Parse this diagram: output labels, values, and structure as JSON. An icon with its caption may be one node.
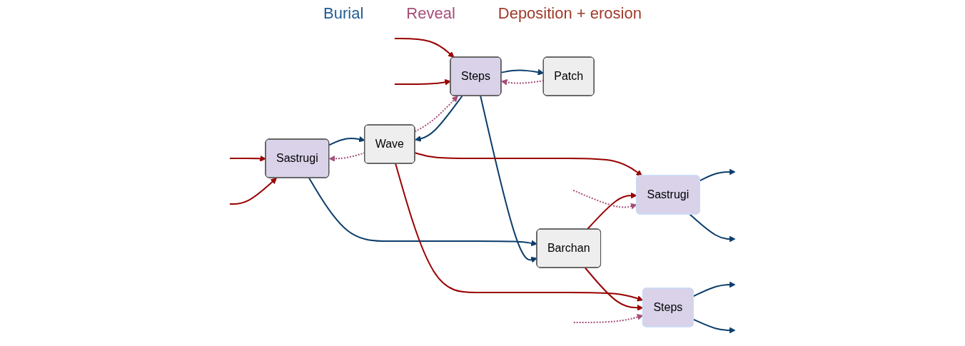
{
  "diagram": {
    "nodes": [
      {
        "text": [
          "Sastrugi"
        ]
      },
      {
        "text": [
          "Steps"
        ]
      },
      {
        "text": [
          "Patch"
        ]
      },
      {
        "text": [
          "Wave"
        ]
      },
      {
        "text": [
          "Barchan"
        ]
      },
      {
        "text": [
          "Sastrugi"
        ]
      },
      {
        "text": [
          "Steps"
        ]
      }
    ],
    "edges": [
      {
        "from": 0,
        "to": 3,
        "arrow": "to"
      },
      {
        "from": 0,
        "to": 4,
        "arrow": "to"
      },
      {
        "from": 1,
        "to": 2,
        "arrow": "to"
      },
      {
        "from": 1,
        "to": 3,
        "arrow": "to"
      },
      {
        "from": 1,
        "to": 4,
        "arrow": "to"
      },
      {
        "from": 5,
        "to": null,
        "arrow": "to"
      },
      {
        "from": 5,
        "to": null,
        "arrow": "to"
      },
      {
        "from": 6,
        "to": null,
        "arrow": "to"
      },
      {
        "from": 6,
        "to": null,
        "arrow": "to"
      },
      {
        "from": null,
        "to": 0,
        "arrow": "to",
        "color": "#990000"
      },
      {
        "from": null,
        "to": 0,
        "arrow": "to",
        "color": "#990000"
      },
      {
        "from": null,
        "to": 1,
        "arrow": "to",
        "color": "#990000"
      },
      {
        "from": null,
        "to": 1,
        "arrow": "to",
        "color": "#990000"
      },
      {
        "from": 3,
        "to": 5,
        "arrow": "to",
        "color": "#990000"
      },
      {
        "from": 3,
        "to": 6,
        "arrow": "to",
        "color": "#990000"
      },
      {
        "from": 4,
        "to": 5,
        "arrow": "to",
        "color": "#990000"
      },
      {
        "from": 4,
        "to": 6,
        "arrow": "to",
        "color": "#990000"
      },
      {
        "from": 2,
        "to": 1,
        "arrow": "to",
        "style": "dashed",
        "color": "#a64d79"
      },
      {
        "from": 3,
        "to": 1,
        "arrow": "to",
        "style": "dashed",
        "color": "#a64d79"
      },
      {
        "from": 3,
        "to": 0,
        "arrow": "to",
        "style": "dashed",
        "color": "#a64d79"
      },
      {
        "from": null,
        "to": 5,
        "arrow": "to",
        "style": "dashed",
        "color": "#a64d79"
      },
      {
        "from": null,
        "to": 6,
        "arrow": "to",
        "style": "dashed",
        "color": "#a64d79"
      }
    ],
    "labels": [
      "Burial",
      "Reveal",
      "Deposition + erosion"
    ]
  }
}
